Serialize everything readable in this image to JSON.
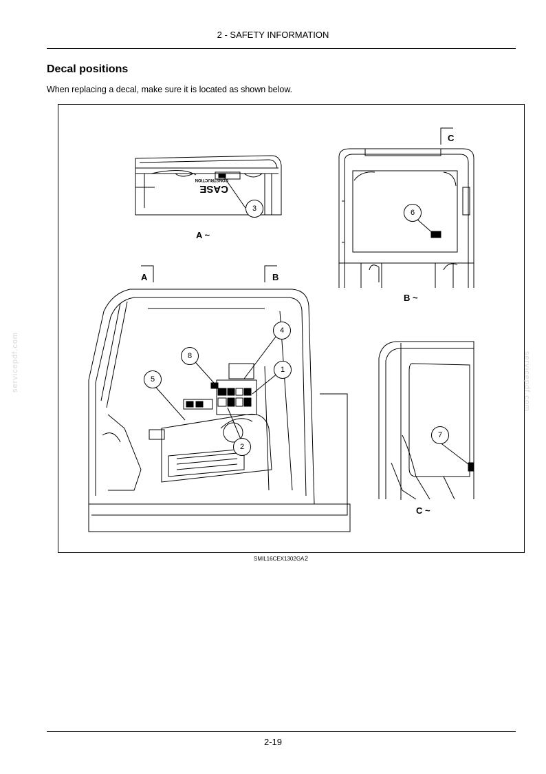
{
  "header": {
    "section": "2 - SAFETY INFORMATION"
  },
  "section": {
    "heading": "Decal positions",
    "intro": "When replacing a decal, make sure it is located as shown below."
  },
  "figure": {
    "view_markers": [
      "A",
      "B",
      "C"
    ],
    "view_labels": [
      "A ~",
      "B ~",
      "C ~"
    ],
    "callouts": [
      "1",
      "2",
      "3",
      "4",
      "5",
      "6",
      "7",
      "8"
    ],
    "brand_logo": "CASE",
    "brand_sub": "CONSTRUCTION",
    "reference": "SMIL16CEX1302GA",
    "number": "2"
  },
  "watermark": "servicepdf.com",
  "footer": {
    "page": "2-19"
  }
}
